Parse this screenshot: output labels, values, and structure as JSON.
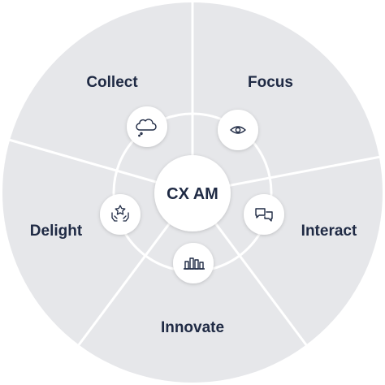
{
  "center": {
    "label": "CX AM"
  },
  "segments": [
    {
      "label": "Focus",
      "icon": "eye-icon"
    },
    {
      "label": "Interact",
      "icon": "chat-bubbles-icon"
    },
    {
      "label": "Innovate",
      "icon": "bar-chart-icon"
    },
    {
      "label": "Delight",
      "icon": "hands-star-icon"
    },
    {
      "label": "Collect",
      "icon": "cloud-icon"
    }
  ],
  "colors": {
    "segment_fill": "#e6e7ea",
    "divider": "#ffffff",
    "text": "#1f2a44",
    "node_fill": "#ffffff"
  }
}
